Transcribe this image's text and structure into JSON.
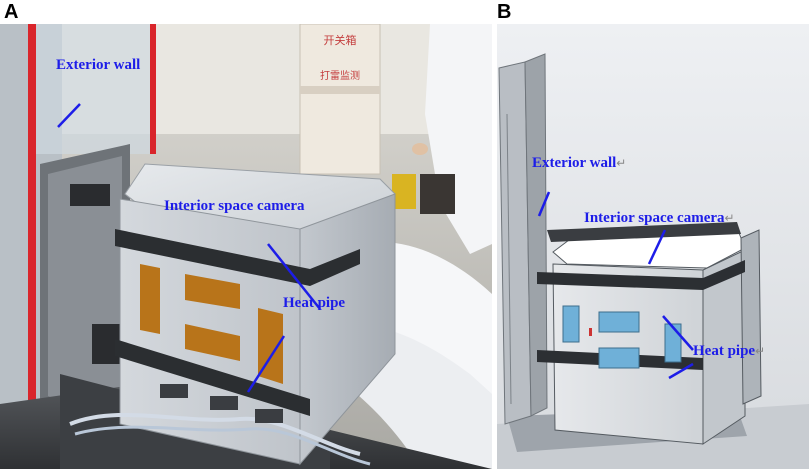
{
  "panels": {
    "a": {
      "letter": "A",
      "labels": {
        "exterior_wall": "Exterior wall",
        "interior_camera": "Interior space camera",
        "heat_pipe": "Heat pipe"
      },
      "background_sign": "开关箱",
      "background_sign_lower": "打雷监测"
    },
    "b": {
      "letter": "B",
      "labels": {
        "exterior_wall": "Exterior wall",
        "interior_camera": "Interior space camera",
        "heat_pipe": "Heat pipe"
      },
      "return_mark": "↵"
    }
  },
  "colors": {
    "label_text": "#1d1de8",
    "leader_line": "#1d1de8",
    "heat_pipe_pad": "#b8741a",
    "render_pad": "#6fb0d8"
  }
}
